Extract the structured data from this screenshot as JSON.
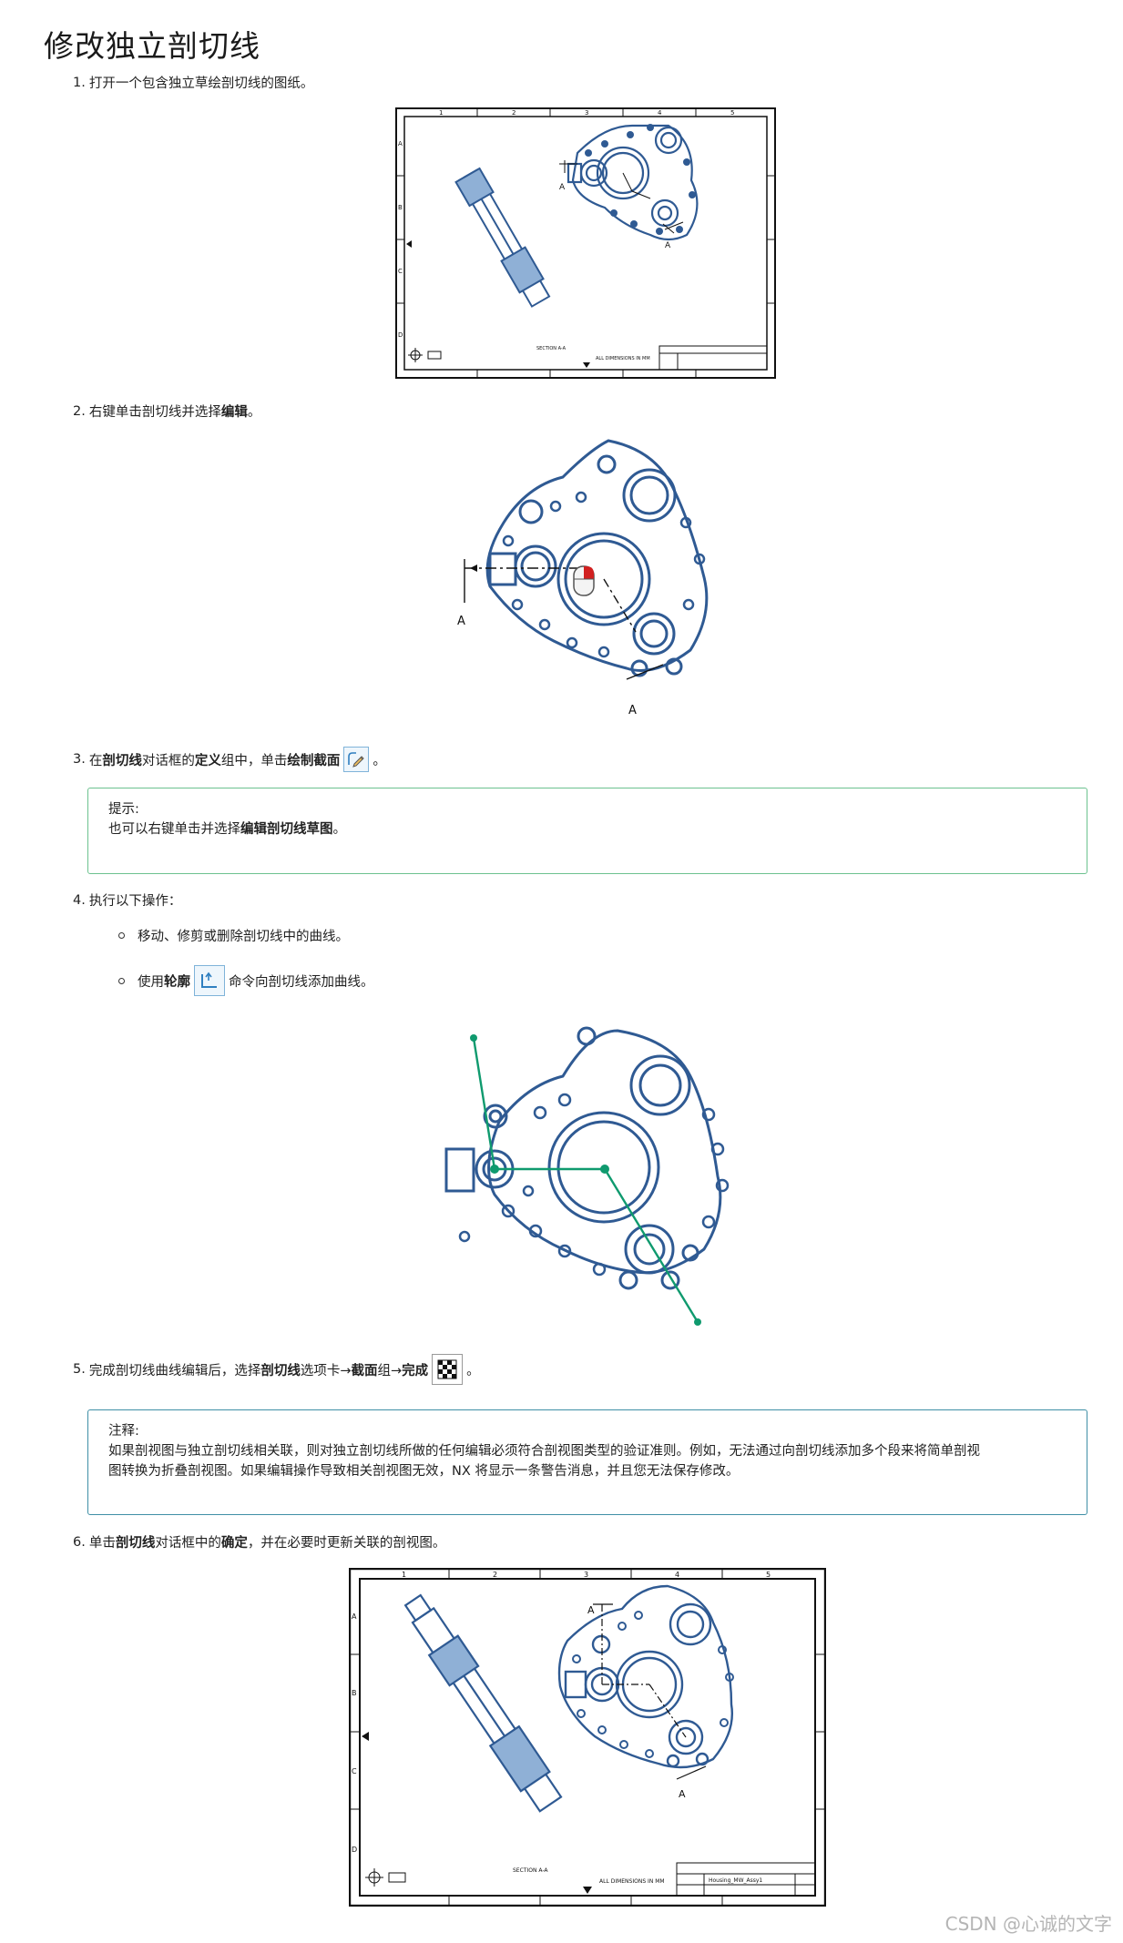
{
  "title": "修改独立剖切线",
  "steps": {
    "s1": {
      "num": "1.",
      "text": "打开一个包含独立草绘剖切线的图纸。"
    },
    "s2": {
      "num": "2.",
      "pre": "右键单击剖切线并选择",
      "b1": "编辑",
      "post": "。"
    },
    "s3": {
      "num": "3.",
      "pre": "在",
      "b1": "剖切线",
      "mid1": "对话框的",
      "b2": "定义",
      "mid2": "组中，单击",
      "b3": "绘制截面",
      "post": "。"
    },
    "s4": {
      "num": "4.",
      "text": "执行以下操作："
    },
    "s5": {
      "num": "5.",
      "pre": "完成剖切线曲线编辑后，选择",
      "b1": "剖切线",
      "mid1": "选项卡→",
      "b2": "截面",
      "mid2": "组→",
      "b3": "完成",
      "post": "。"
    },
    "s6": {
      "num": "6.",
      "pre": "单击",
      "b1": "剖切线",
      "mid1": "对话框中的",
      "b2": "确定",
      "post": "，并在必要时更新关联的剖视图。"
    }
  },
  "tip": {
    "label": "提示:",
    "pre": "也可以右键单击并选择",
    "b1": "编辑剖切线草图",
    "post": "。"
  },
  "bullets": {
    "b1": {
      "text": "移动、修剪或删除剖切线中的曲线。"
    },
    "b2": {
      "pre": "使用",
      "b1": "轮廓",
      "post": "命令向剖切线添加曲线。"
    }
  },
  "note": {
    "label": "注释:",
    "line1": "如果剖视图与独立剖切线相关联，则对独立剖切线所做的任何编辑必须符合剖视图类型的验证准则。例如，无法通过向剖切线添加多个段来将简单剖视",
    "line2": "图转换为折叠剖视图。如果编辑操作导致相关剖视图无效，NX 将显示一条警告消息，并且您无法保存修改。"
  },
  "figures": {
    "fig1": {
      "section_label_a": "A",
      "section_label_b": "A",
      "col_labels": [
        "1",
        "2",
        "3",
        "4",
        "5"
      ],
      "row_labels": [
        "A",
        "B",
        "C",
        "D"
      ],
      "caption": "SECTION A-A",
      "dims_note": "ALL DIMENSIONS IN MM"
    },
    "fig2": {
      "section_label_a": "A",
      "section_label_b": "A"
    },
    "fig4": {
      "section_label_a": "A",
      "section_label_b": "A",
      "col_labels": [
        "1",
        "2",
        "3",
        "4",
        "5"
      ],
      "row_labels": [
        "A",
        "B",
        "C",
        "D"
      ],
      "caption": "SECTION A-A",
      "dims_note": "ALL DIMENSIONS IN MM",
      "title_block": "Housing_MW_Assy1"
    }
  },
  "colors": {
    "drawing_blue": "#2f5a93",
    "sketch_green": "#0f9a6e",
    "tip_border": "#6cc28f",
    "note_border": "#3f8fa6"
  },
  "icons": {
    "draw_section": "pencil-sketch-icon",
    "profile": "profile-corner-icon",
    "finish": "checkered-flag-icon"
  },
  "watermark": "CSDN @心诚的文字"
}
